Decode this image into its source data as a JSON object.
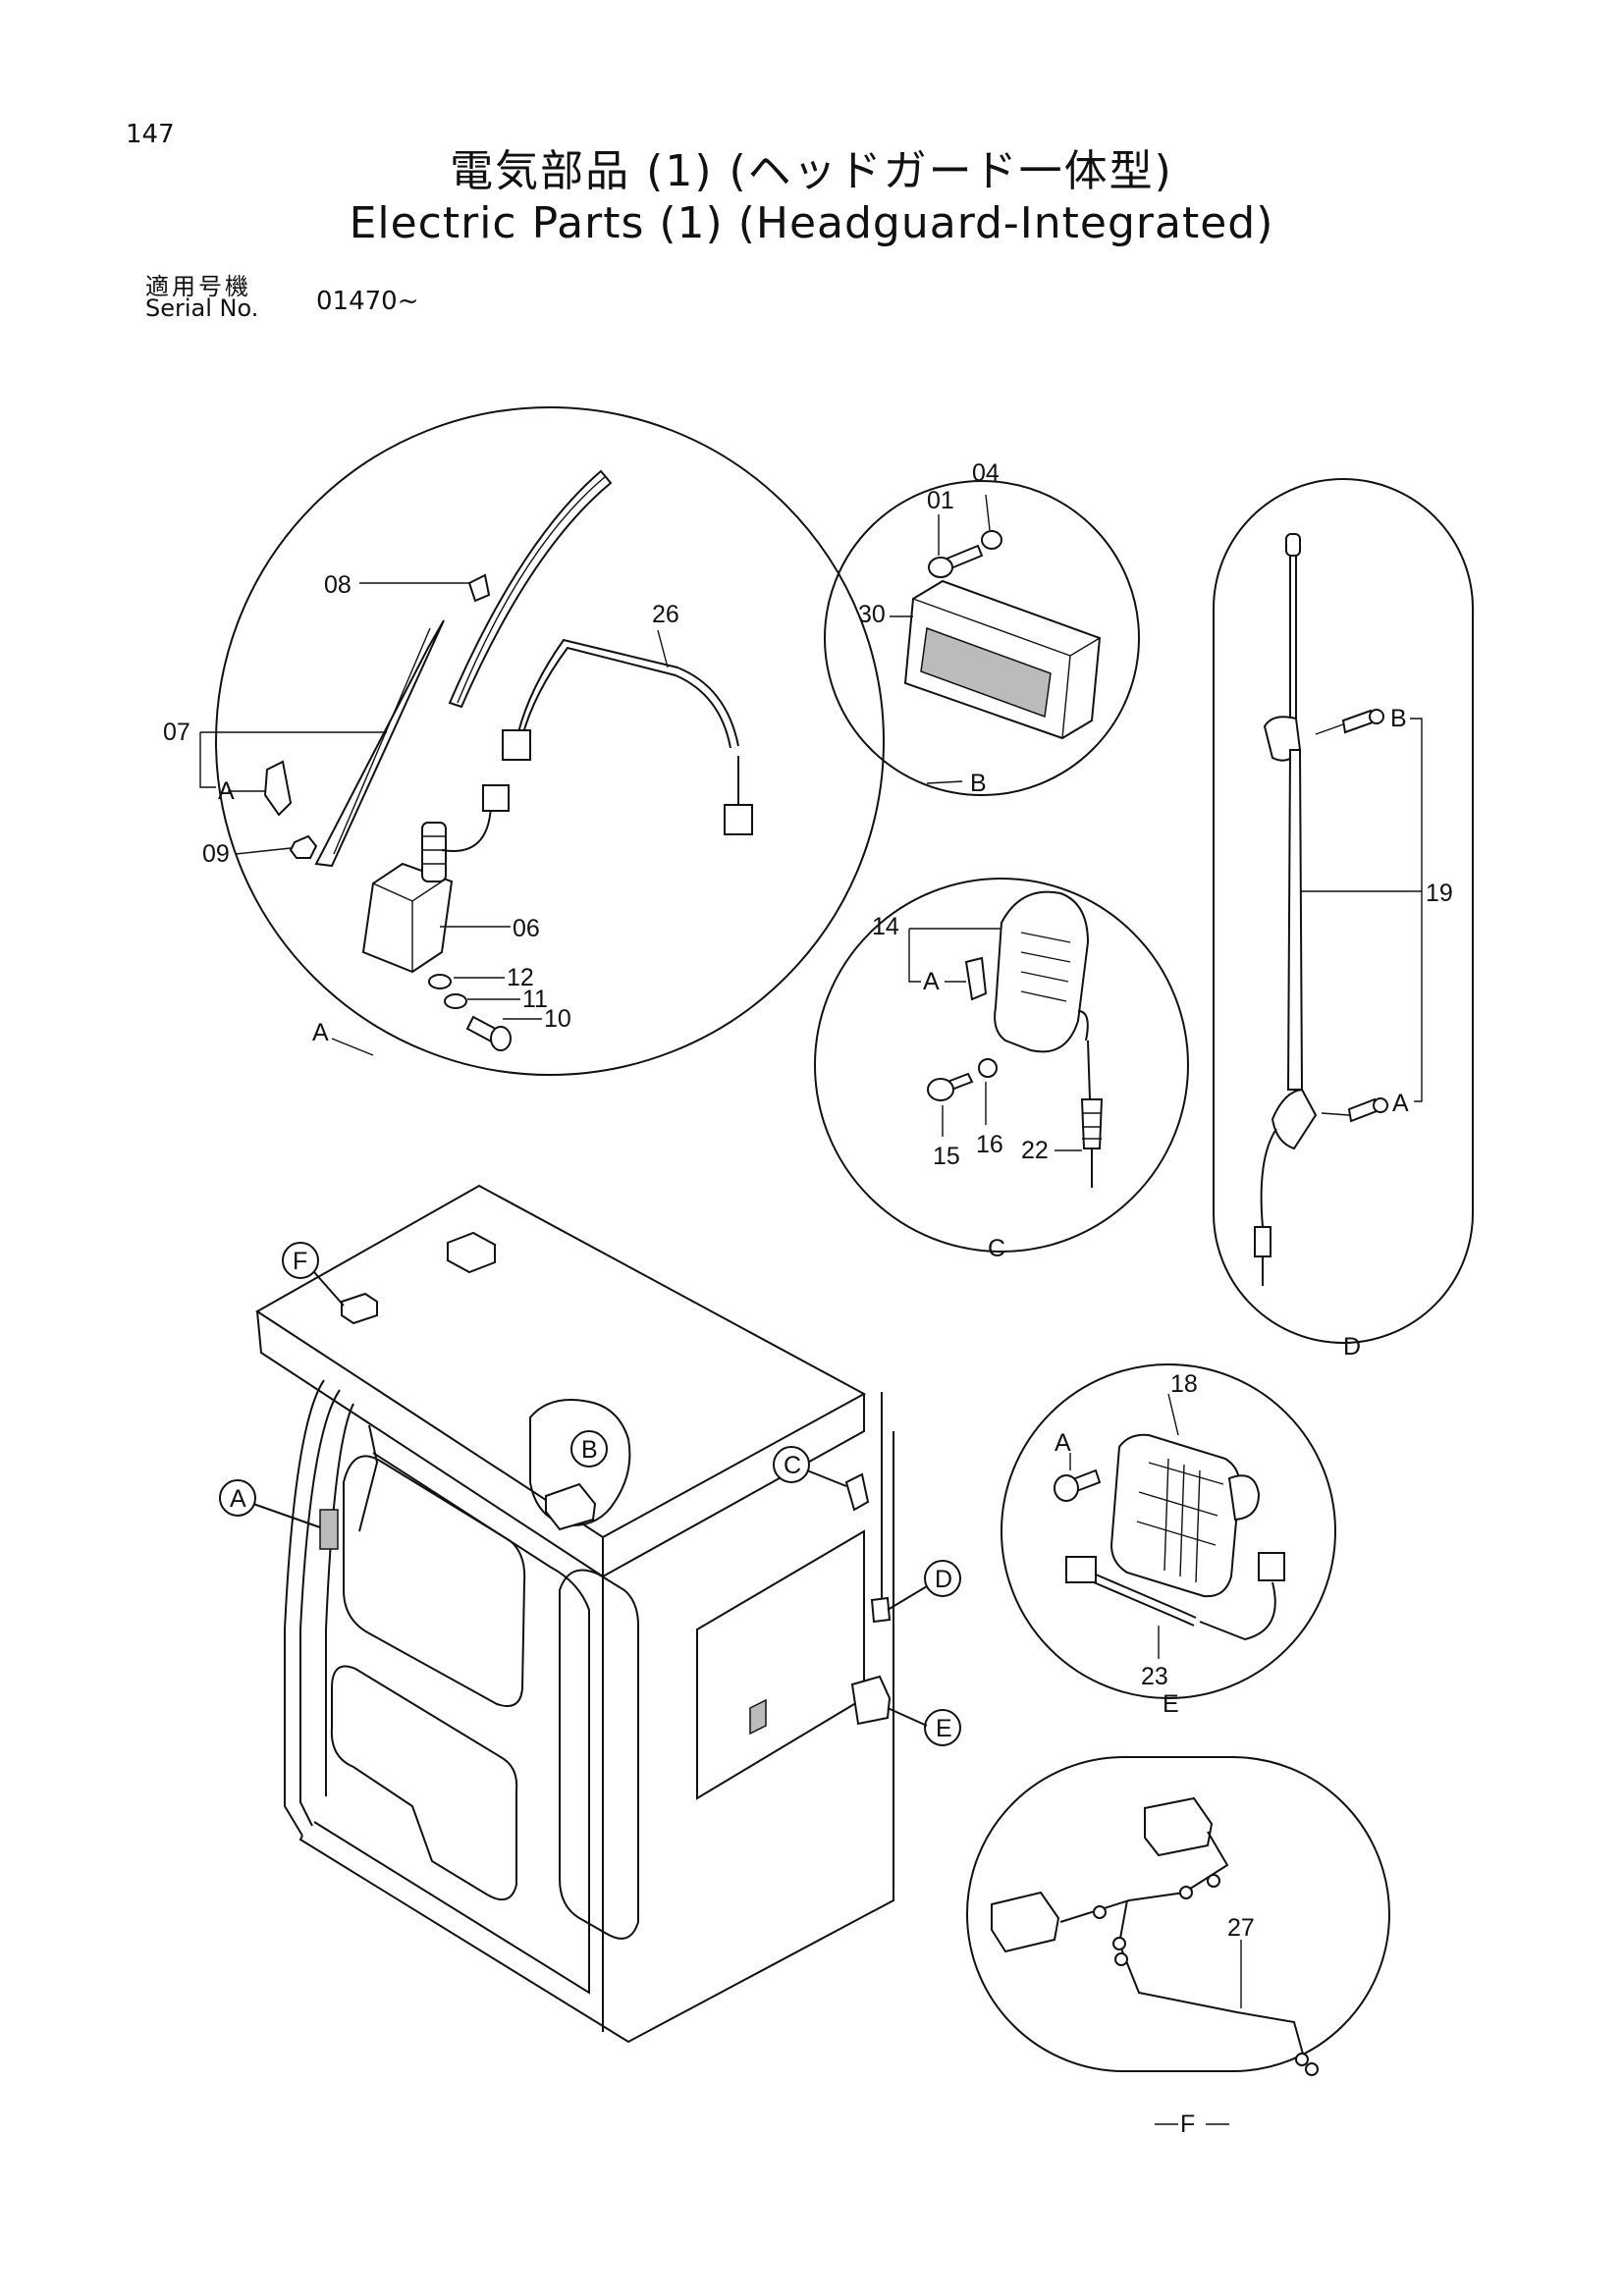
{
  "page_number": "147",
  "title_jp": "電気部品 (1) (ヘッドガード一体型)",
  "title_en": "Electric Parts (1) (Headguard-Integrated)",
  "serial_label_jp": "適用号機",
  "serial_label_en": "Serial No.",
  "serial_value": "01470~",
  "detail_views": {
    "A": {
      "letter": "A",
      "parts": [
        "08",
        "26",
        "07",
        "A",
        "09",
        "06",
        "12",
        "11",
        "10"
      ]
    },
    "B": {
      "letter": "B",
      "parts": [
        "01",
        "04",
        "30"
      ]
    },
    "C": {
      "letter": "C",
      "parts": [
        "14",
        "A",
        "15",
        "16",
        "22"
      ]
    },
    "D": {
      "letter": "D",
      "parts": [
        "B",
        "19",
        "A"
      ]
    },
    "E": {
      "letter": "E",
      "parts": [
        "18",
        "A",
        "23"
      ]
    },
    "F": {
      "letter": "F",
      "parts": [
        "27"
      ]
    }
  },
  "cab_callouts": [
    "F",
    "A",
    "B",
    "C",
    "D",
    "E"
  ]
}
